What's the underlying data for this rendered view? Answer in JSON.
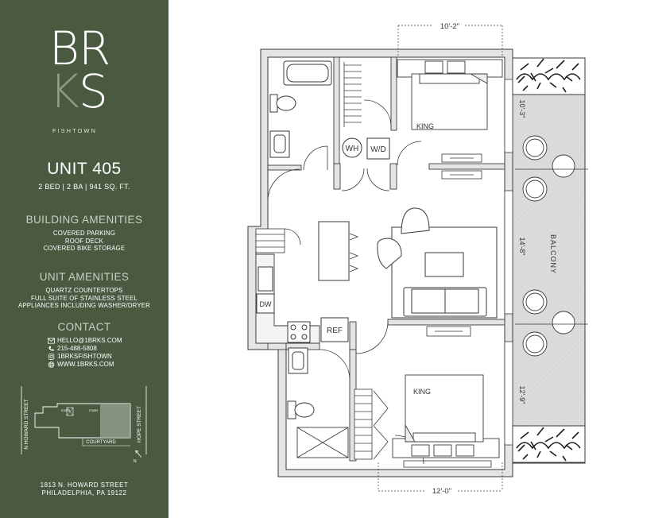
{
  "brand": {
    "logo_line1": "BR",
    "logo_k": "K",
    "logo_s": "S",
    "logo_sub": "FISHTOWN"
  },
  "unit": {
    "title": "UNIT 405",
    "specs": "2 BED | 2 BA | 941 SQ. FT."
  },
  "building_amenities": {
    "heading": "BUILDING AMENITIES",
    "items": [
      "COVERED PARKING",
      "ROOF DECK",
      "COVERED BIKE STORAGE"
    ]
  },
  "unit_amenities": {
    "heading": "UNIT AMENITIES",
    "items": [
      "QUARTZ COUNTERTOPS",
      "FULL SUITE OF STAINLESS STEEL",
      "APPLIANCES INCLUDING WASHER/DRYER"
    ]
  },
  "contact": {
    "heading": "CONTACT",
    "email": "HELLO@1BRKS.COM",
    "phone": "215-488-5808",
    "instagram": "1BRKSFISHTOWN",
    "website": "WWW.1BRKS.COM"
  },
  "site_map": {
    "street_left": "N HOWARD STREET",
    "street_right": "HOPE STREET",
    "courtyard": "COURTYARD",
    "stairs_1": "STAIRS",
    "stairs_2": "STAIRS",
    "north": "N"
  },
  "address": {
    "line1": "1813 N. HOWARD STREET",
    "line2": "PHILADELPHIA, PA 19122"
  },
  "floorplan": {
    "dim_top": "10'-2\"",
    "dim_bottom": "12'-0\"",
    "dim_balcony_1": "10'-3\"",
    "dim_balcony_2": "14'-8\"",
    "dim_balcony_3": "12'-9\"",
    "balcony_label": "BALCONY",
    "bedroom_1": "KING",
    "bedroom_2": "KING",
    "water_heater": "WH",
    "washer_dryer": "W/D",
    "dishwasher": "DW",
    "refrigerator": "REF"
  },
  "colors": {
    "sidebar": "#4a5a41",
    "wall": "#e2e2e2",
    "line": "#3a3a3a",
    "balcony": "#d9d9d9"
  }
}
